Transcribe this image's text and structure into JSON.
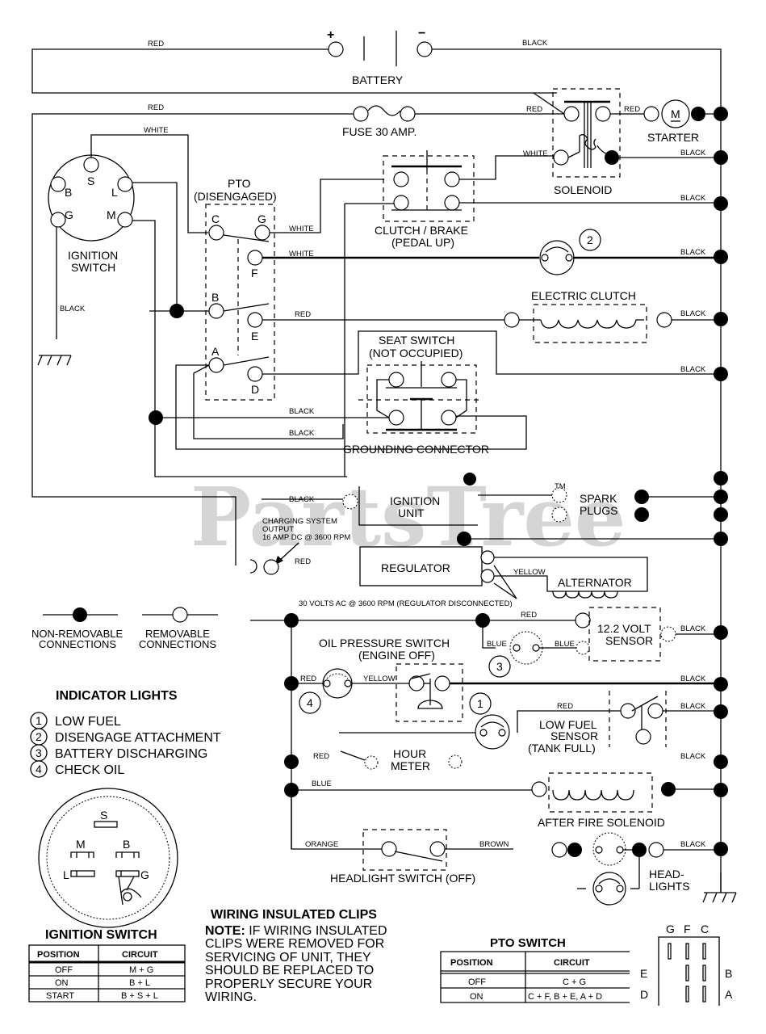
{
  "watermark": "PartsTree",
  "watermark_tm": "TM",
  "battery": {
    "label": "BATTERY",
    "plus": "+",
    "minus": "−",
    "wire_pos": "RED",
    "wire_neg": "BLACK"
  },
  "fuse": {
    "label": "FUSE 30 AMP.",
    "wire": "RED"
  },
  "ignition_switch": {
    "label_line1": "IGNITION",
    "label_line2": "SWITCH",
    "terminals": [
      "S",
      "B",
      "L",
      "G",
      "M"
    ],
    "wire_s": "WHITE",
    "wire_ground": "BLACK"
  },
  "pto": {
    "label_line1": "PTO",
    "label_line2": "(DISENGAGED)",
    "terminals": [
      "C",
      "G",
      "F",
      "B",
      "E",
      "A",
      "D"
    ],
    "wire_g": "WHITE",
    "wire_f": "WHITE",
    "wire_e": "RED"
  },
  "solenoid": {
    "label": "SOLENOID",
    "wire_in": "RED",
    "wire_coil": "WHITE",
    "wire_out": "RED",
    "wire_ground": "BLACK"
  },
  "starter": {
    "label": "STARTER",
    "symbol": "M"
  },
  "clutch_brake": {
    "label_line1": "CLUTCH / BRAKE",
    "label_line2": "(PEDAL UP)",
    "wire": "BLACK"
  },
  "indicator_2": "2",
  "electric_clutch": {
    "label": "ELECTRIC CLUTCH",
    "wire": "BLACK"
  },
  "seat_switch": {
    "label_line1": "SEAT SWITCH",
    "label_line2": "(NOT OCCUPIED)",
    "wire": "BLACK"
  },
  "grounding": {
    "label": "GROUNDING CONNECTOR",
    "wire1": "BLACK",
    "wire2": "BLACK"
  },
  "ignition_unit": {
    "label_line1": "IGNITION",
    "label_line2": "UNIT",
    "wire": "BLACK"
  },
  "spark_plugs": {
    "label_line1": "SPARK",
    "label_line2": "PLUGS"
  },
  "charging": {
    "line1": "CHARGING SYSTEM",
    "line2": "OUTPUT",
    "line3": "16 AMP DC @ 3600 RPM",
    "wire": "RED"
  },
  "regulator": {
    "label": "REGULATOR"
  },
  "alternator": {
    "label": "ALTERNATOR",
    "wire": "YELLOW"
  },
  "ac_note": "30 VOLTS AC @ 3600 RPM (REGULATOR DISCONNECTED)",
  "volt_sensor": {
    "label_line1": "12.2 VOLT",
    "label_line2": "SENSOR",
    "wire_in": "RED",
    "wire_out": "BLACK",
    "wire_blue1": "BLUE",
    "wire_blue2": "BLUE"
  },
  "legend": {
    "non_removable_1": "NON-REMOVABLE",
    "non_removable_2": "CONNECTIONS",
    "removable_1": "REMOVABLE",
    "removable_2": "CONNECTIONS"
  },
  "oil_pressure": {
    "label_line1": "OIL PRESSURE SWITCH",
    "label_line2": "(ENGINE OFF)",
    "wire_red": "RED",
    "wire_yellow": "YELLOW",
    "wire_black": "BLACK"
  },
  "indicator_lights": {
    "title": "INDICATOR LIGHTS",
    "items": [
      {
        "num": "1",
        "label": "LOW FUEL"
      },
      {
        "num": "2",
        "label": "DISENGAGE ATTACHMENT"
      },
      {
        "num": "3",
        "label": "BATTERY DISCHARGING"
      },
      {
        "num": "4",
        "label": "CHECK OIL"
      }
    ]
  },
  "low_fuel": {
    "label_line1": "LOW FUEL",
    "label_line2": "SENSOR",
    "label_line3": "(TANK FULL)",
    "wire_red": "RED",
    "wire_black": "BLACK",
    "wire_black2": "BLACK"
  },
  "hour_meter": {
    "label_line1": "HOUR",
    "label_line2": "METER",
    "wire": "RED"
  },
  "after_fire": {
    "label": "AFTER FIRE SOLENOID",
    "wire_in": "BLUE",
    "wire_out": "BLACK"
  },
  "headlight_switch": {
    "label": "HEADLIGHT SWITCH (OFF)",
    "wire_in": "ORANGE",
    "wire_out": "BROWN"
  },
  "headlights": {
    "label_line1": "HEAD-",
    "label_line2": "LIGHTS",
    "wire": "BLACK"
  },
  "ign_detail": {
    "terminals": [
      "S",
      "M",
      "B",
      "L",
      "G"
    ]
  },
  "ignition_table": {
    "title": "IGNITION SWITCH",
    "headers": [
      "POSITION",
      "CIRCUIT"
    ],
    "rows": [
      [
        "OFF",
        "M + G"
      ],
      [
        "ON",
        "B + L"
      ],
      [
        "START",
        "B + S + L"
      ]
    ]
  },
  "clips_note": {
    "title": "WIRING INSULATED CLIPS",
    "note_label": "NOTE:",
    "line1": " IF WIRING INSULATED",
    "line2": "CLIPS WERE REMOVED FOR",
    "line3": "SERVICING OF UNIT, THEY",
    "line4": "SHOULD BE REPLACED TO",
    "line5": "PROPERLY SECURE YOUR",
    "line6": "WIRING."
  },
  "pto_table": {
    "title": "PTO SWITCH",
    "headers": [
      "POSITION",
      "CIRCUIT"
    ],
    "rows": [
      [
        "OFF",
        "C + G"
      ],
      [
        "ON",
        "C + F, B + E, A + D"
      ]
    ]
  },
  "pto_detail": {
    "top": [
      "G",
      "F",
      "C"
    ],
    "left": [
      "E",
      "D"
    ],
    "right": [
      "B",
      "A"
    ]
  }
}
